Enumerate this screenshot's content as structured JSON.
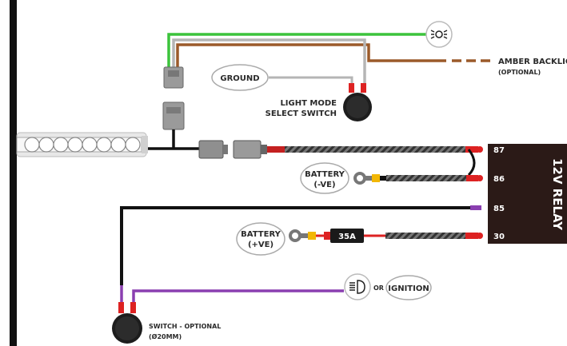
{
  "labels": {
    "amber_backlight": "AMBER BACKLIGHT",
    "amber_optional": "(OPTIONAL)",
    "ground": "GROUND",
    "light_mode_line1": "LIGHT MODE",
    "light_mode_line2": "SELECT SWITCH",
    "battery_neg_line1": "BATTERY",
    "battery_neg_line2": "(-VE)",
    "battery_pos_line1": "BATTERY",
    "battery_pos_line2": "(+VE)",
    "fuse": "35A",
    "relay": "12V RELAY",
    "pin_87": "87",
    "pin_86": "86",
    "pin_85": "85",
    "pin_30": "30",
    "or": "OR",
    "ignition": "IGNITION",
    "switch_line1": "SWITCH - OPTIONAL",
    "switch_line2": "(Ø20MM)"
  },
  "icons": {
    "parking_light": "parking-light-icon",
    "headlight": "headlight-icon"
  },
  "colors": {
    "green_wire": "#3cc43c",
    "brown_wire": "#9b5a2a",
    "grey_wire": "#b0b0b0",
    "black_wire": "#111111",
    "red_wire": "#e02020",
    "purple_wire": "#8a3fb0",
    "yellow_terminal": "#f2b705",
    "relay_body": "#2b1a17"
  }
}
